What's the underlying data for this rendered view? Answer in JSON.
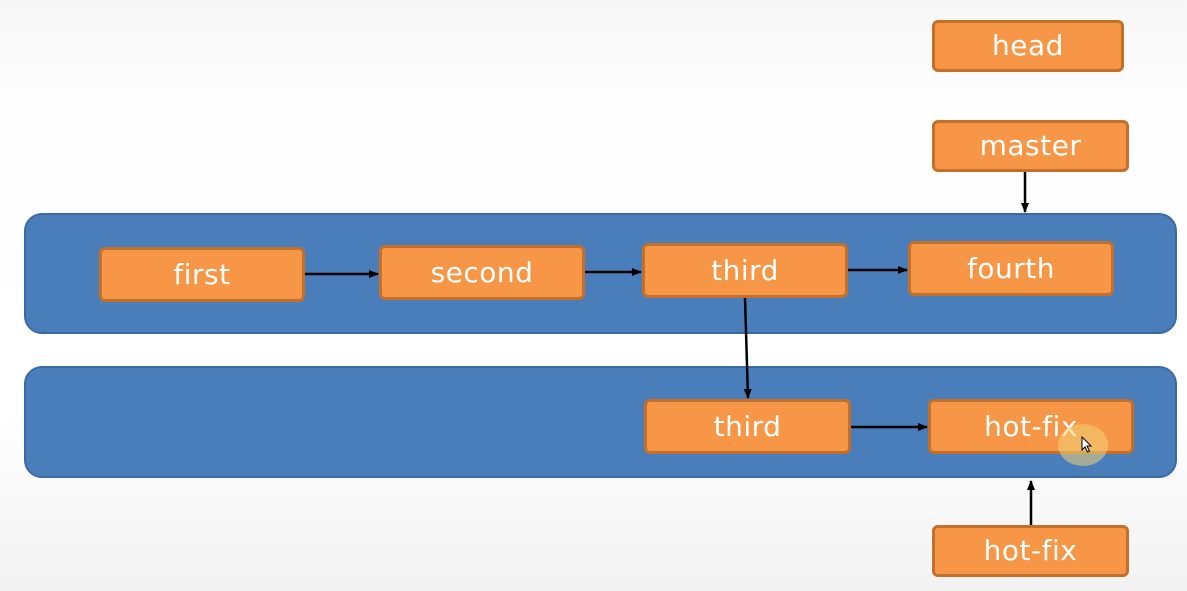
{
  "nodes": {
    "head": "head",
    "master": "master",
    "first": "first",
    "second": "second",
    "third_main": "third",
    "fourth": "fourth",
    "third_branch": "third",
    "hotfix_commit": "hot-fix",
    "hotfix_label": "hot-fix"
  },
  "colors": {
    "lane": "#4a7ebb",
    "node": "#f79646",
    "node_border": "#c4702a",
    "arrow": "#000000"
  }
}
